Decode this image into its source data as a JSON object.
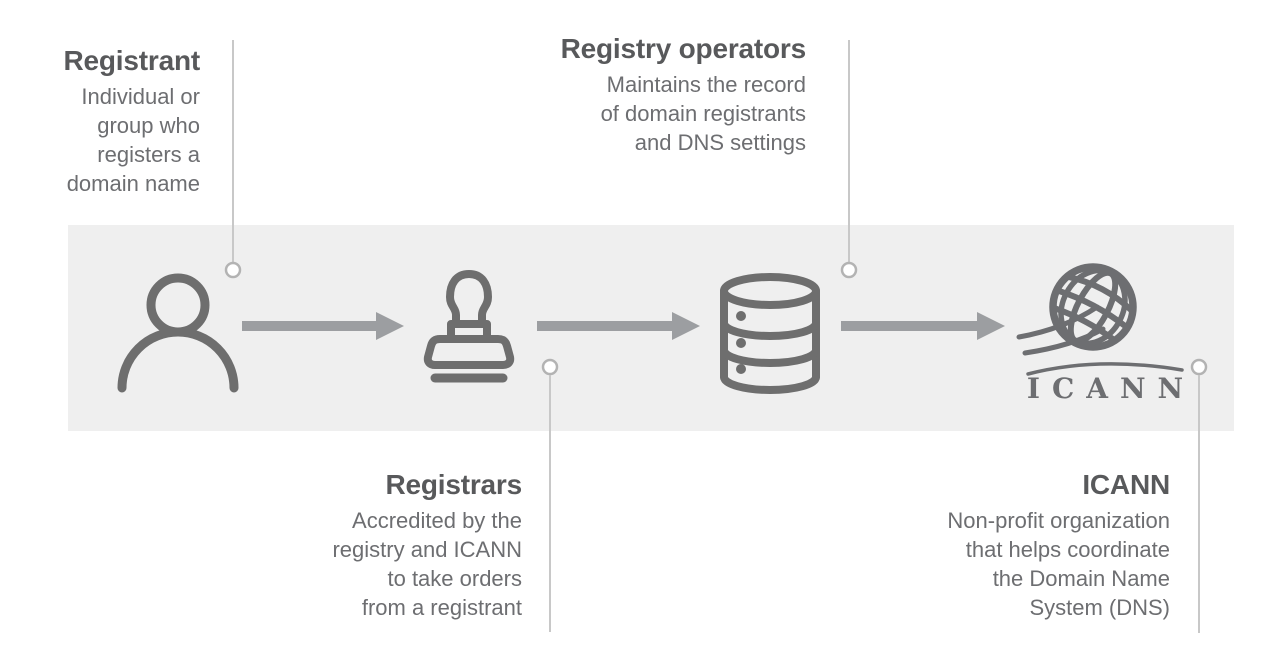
{
  "diagram": {
    "nodes": [
      {
        "id": "registrant",
        "title": "Registrant",
        "description": "Individual or\ngroup who\nregisters a\ndomain name",
        "icon": "person-icon"
      },
      {
        "id": "registrars",
        "title": "Registrars",
        "description": "Accredited by the\nregistry and ICANN\nto take orders\nfrom a registrant",
        "icon": "rubber-stamp-icon"
      },
      {
        "id": "registry_operators",
        "title": "Registry operators",
        "description": "Maintains the record\nof domain registrants\nand DNS settings",
        "icon": "database-icon"
      },
      {
        "id": "icann",
        "title": "ICANN",
        "description": "Non-profit organization\nthat helps coordinate\nthe Domain Name\nSystem (DNS)",
        "icon": "icann-globe-logo"
      }
    ],
    "flow": [
      "registrant",
      "registrars",
      "registry_operators",
      "icann"
    ],
    "icann_logo_wordmark": "ICANN"
  },
  "colors": {
    "band_background": "#efefef",
    "icon_gray": "#6e6e6e",
    "arrow_gray": "#9c9ea1",
    "title_text": "#58595b",
    "body_text": "#6d6e71",
    "logo_gray": "#6d6e71",
    "connector_line": "#c8c8c8",
    "connector_dot_stroke": "#b3b3b3"
  }
}
